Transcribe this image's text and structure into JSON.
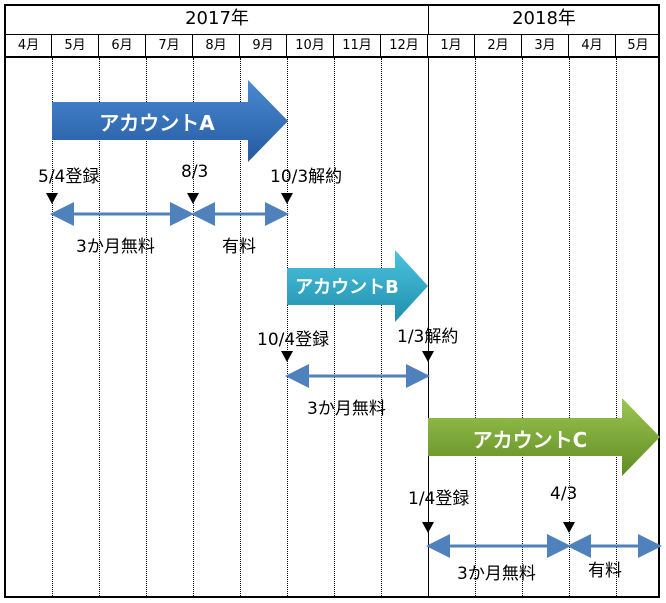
{
  "years": [
    {
      "label": "2017年"
    },
    {
      "label": "2018年"
    }
  ],
  "months": [
    "4月",
    "5月",
    "6月",
    "7月",
    "8月",
    "9月",
    "10月",
    "11月",
    "12月",
    "1月",
    "2月",
    "3月",
    "4月",
    "5月"
  ],
  "accounts": [
    {
      "name": "アカウントA",
      "color": "#2E6DB8",
      "start": "5/4登録",
      "mid": "8/3",
      "end": "10/3解約",
      "free": "3か月無料",
      "paid": "有料"
    },
    {
      "name": "アカウントB",
      "color": "#2FA7C4",
      "start": "10/4登録",
      "end": "1/3解約",
      "free": "3か月無料"
    },
    {
      "name": "アカウントC",
      "color": "#7DAA35",
      "start": "1/4登録",
      "mid": "4/3",
      "free": "3か月無料",
      "paid": "有料"
    }
  ],
  "colors": {
    "span_arrow": "#4F81BD"
  }
}
